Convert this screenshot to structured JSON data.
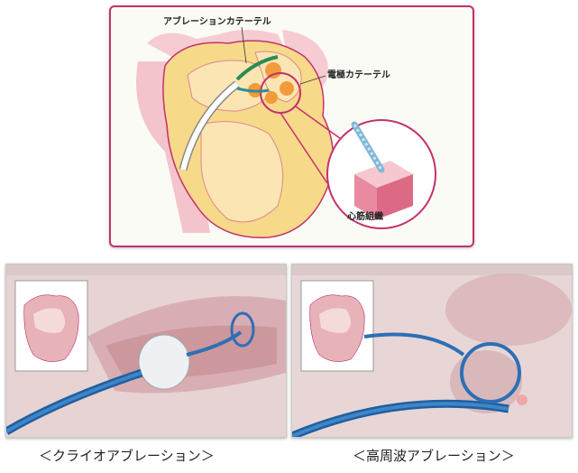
{
  "top": {
    "ablation_catheter_label": "アブレーションカテーテル",
    "electrode_catheter_label": "電極カテーテル",
    "myocardial_tissue_label": "心筋組織"
  },
  "captions": {
    "cryo": "＜クライオアブレーション＞",
    "rf": "＜高周波アブレーション＞"
  },
  "colors": {
    "accent": "#c2326e",
    "heart_yellow": "#f7d98a",
    "heart_pink": "#f3b6c2",
    "catheter_blue": "#2d6fb5"
  }
}
